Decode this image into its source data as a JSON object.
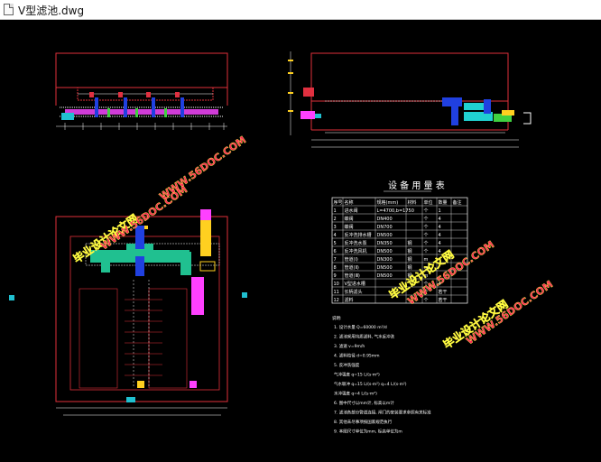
{
  "window": {
    "title": "V型滤池.dwg"
  },
  "equipment_table": {
    "title": "设 备 用 量 表",
    "headers": [
      "序号",
      "名称",
      "规格(mm)",
      "材料",
      "单位",
      "数量",
      "备注"
    ],
    "rows": [
      [
        "1",
        "进水阀",
        "L=4700,b=1750",
        "",
        "个",
        "1",
        ""
      ],
      [
        "2",
        "蝶阀",
        "DN400",
        "",
        "个",
        "4",
        ""
      ],
      [
        "3",
        "蝶阀",
        "DN700",
        "",
        "个",
        "4",
        ""
      ],
      [
        "4",
        "反冲洗排水槽",
        "DN500",
        "",
        "个",
        "4",
        ""
      ],
      [
        "5",
        "反冲洗水泵",
        "DN350",
        "钢",
        "个",
        "4",
        ""
      ],
      [
        "6",
        "反冲洗风机",
        "DN500",
        "钢",
        "个",
        "4",
        ""
      ],
      [
        "7",
        "管道(Ⅰ)",
        "DN300",
        "钢",
        "m",
        "",
        ""
      ],
      [
        "8",
        "管道(Ⅱ)",
        "DN500",
        "钢",
        "m",
        "",
        ""
      ],
      [
        "9",
        "管道(Ⅲ)",
        "DN500",
        "钢",
        "m",
        "",
        ""
      ],
      [
        "10",
        "V型进水槽",
        "",
        "",
        "个",
        "4",
        ""
      ],
      [
        "11",
        "长柄滤头",
        "",
        "",
        "个",
        "若干",
        ""
      ],
      [
        "12",
        "滤料",
        "",
        "",
        "个",
        "若干",
        ""
      ]
    ]
  },
  "notes": {
    "heading": "说明:",
    "lines": [
      "1. 设计水量 Q=60000 m³/d",
      "2. 滤池采用均质滤料, 气水反冲洗",
      "3. 滤速 v=9m/h",
      "4. 滤料粒径 d=0.95mm",
      "5. 反冲洗强度",
      "   气冲强度 q=15 L/(s·m²)",
      "   气水联冲 q=15 L/(s·m²)   q=4 L/(s·m²)",
      "   水冲强度 q=4 L/(s·m²)",
      "6. 图中尺寸以mm计, 标高以m计",
      "7. 滤池各部分管道连接, 闸门的安装要求参照有关标准",
      "8. 其他未尽事项按国家规范执行",
      "9. 本图尺寸单位为mm, 标高单位为m"
    ]
  },
  "watermarks": [
    "毕业设计论文网",
    "WWW.56DOC.COM"
  ]
}
